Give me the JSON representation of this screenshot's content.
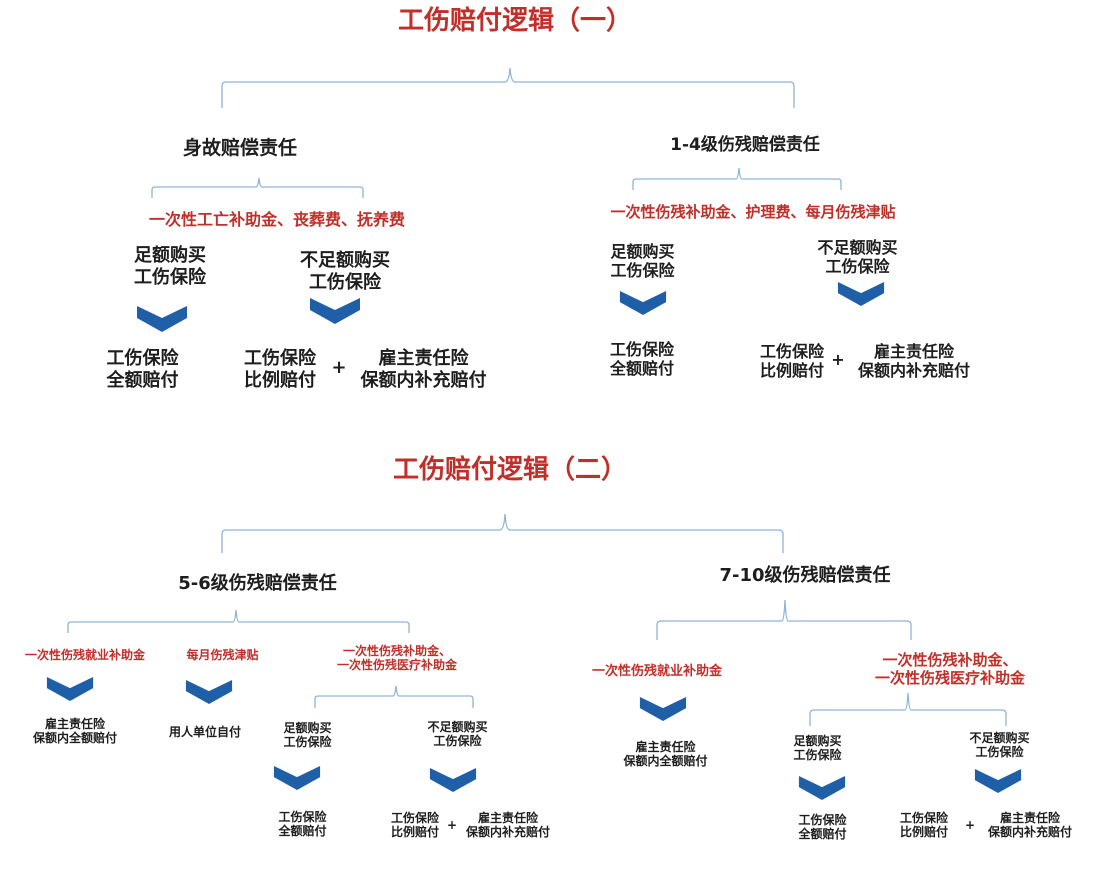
{
  "section1": {
    "title": "工伤赔付逻辑（一）",
    "left": {
      "heading": "身故赔偿责任",
      "items": "一次性工亡补助金、丧葬费、抚养费",
      "full": [
        "足额购买",
        "工伤保险"
      ],
      "partial": [
        "不足额购买",
        "工伤保险"
      ],
      "result_full": [
        "工伤保险",
        "全额赔付"
      ],
      "result_partial_a": [
        "工伤保险",
        "比例赔付"
      ],
      "plus": "+",
      "result_partial_b": [
        "雇主责任险",
        "保额内补充赔付"
      ]
    },
    "right": {
      "heading": "1-4级伤残赔偿责任",
      "items": "一次性伤残补助金、护理费、每月伤残津贴",
      "full": [
        "足额购买",
        "工伤保险"
      ],
      "partial": [
        "不足额购买",
        "工伤保险"
      ],
      "result_full": [
        "工伤保险",
        "全额赔付"
      ],
      "result_partial_a": [
        "工伤保险",
        "比例赔付"
      ],
      "plus": "+",
      "result_partial_b": [
        "雇主责任险",
        "保额内补充赔付"
      ]
    }
  },
  "section2": {
    "title": "工伤赔付逻辑（二）",
    "left": {
      "heading": "5-6级伤残赔偿责任",
      "item_a": "一次性伤残就业补助金",
      "item_b": "每月伤残津贴",
      "item_c": [
        "一次性伤残补助金、",
        "一次性伤残医疗补助金"
      ],
      "result_a": [
        "雇主责任险",
        "保额内全额赔付"
      ],
      "result_b": "用人单位自付",
      "full": [
        "足额购买",
        "工伤保险"
      ],
      "partial": [
        "不足额购买",
        "工伤保险"
      ],
      "result_full": [
        "工伤保险",
        "全额赔付"
      ],
      "result_partial_a": [
        "工伤保险",
        "比例赔付"
      ],
      "plus": "+",
      "result_partial_b": [
        "雇主责任险",
        "保额内补充赔付"
      ]
    },
    "right": {
      "heading": "7-10级伤残赔偿责任",
      "item_a": "一次性伤残就业补助金",
      "item_c": [
        "一次性伤残补助金、",
        "一次性伤残医疗补助金"
      ],
      "result_a": [
        "雇主责任险",
        "保额内全额赔付"
      ],
      "full": [
        "足额购买",
        "工伤保险"
      ],
      "partial": [
        "不足额购买",
        "工伤保险"
      ],
      "result_full": [
        "工伤保险",
        "全额赔付"
      ],
      "result_partial_a": [
        "工伤保险",
        "比例赔付"
      ],
      "plus": "+",
      "result_partial_b": [
        "雇主责任险",
        "保额内补充赔付"
      ]
    }
  },
  "colors": {
    "title": "#c0302a",
    "line": "#8fb4d6",
    "chevron": "#1f5fa8",
    "text": "#1e1e1e"
  }
}
